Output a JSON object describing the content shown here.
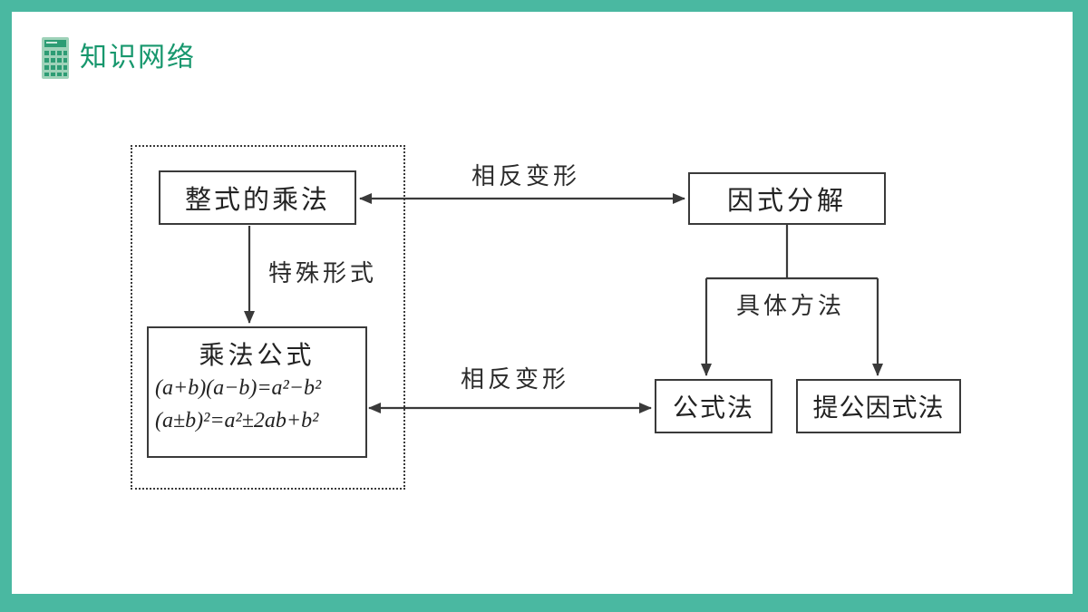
{
  "page": {
    "frame_color": "#4ab8a1",
    "slide_background": "#ffffff"
  },
  "header": {
    "icon": "calculator-icon",
    "title": "知识网络",
    "title_color": "#17976d"
  },
  "diagram": {
    "line_color": "#3a3a3a",
    "nodes": {
      "integer_multiplication": {
        "label": "整式的乘法"
      },
      "multiplication_formulas": {
        "title": "乘法公式",
        "formulas": [
          "(a+b)(a−b)=a²−b²",
          "(a±b)²=a²±2ab+b²"
        ]
      },
      "factorization": {
        "label": "因式分解"
      },
      "formula_method": {
        "label": "公式法"
      },
      "common_factor_method": {
        "label": "提公因式法"
      }
    },
    "labels": {
      "opposite_top": "相反变形",
      "special_form": "特殊形式",
      "opposite_bottom": "相反变形",
      "methods": "具体方法"
    }
  }
}
